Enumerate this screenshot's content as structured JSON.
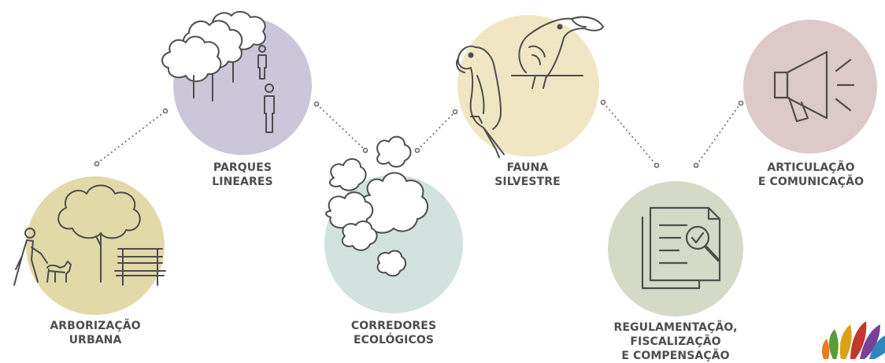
{
  "colors": {
    "arborizacao": "#e1d9a8",
    "parques": "#ccc6da",
    "corredores": "#d2e2de",
    "fauna": "#f0e6c4",
    "regulamentacao": "#d5dac7",
    "articulacao": "#ddc9c9",
    "stroke": "#4d4d4d",
    "dots": "#6a6a6a",
    "text": "#4d4d4d"
  },
  "icons": {
    "arborizacao": "person-walking-dog-tree-bench-icon",
    "parques": "trees-people-icon",
    "corredores": "cloud-trees-icon",
    "fauna": "parrot-toucan-icon",
    "regulamentacao": "document-search-icon",
    "articulacao": "megaphone-icon",
    "corner": "colorful-leaves-logo"
  },
  "nodes": [
    {
      "id": "arborizacao",
      "lines": [
        "ARBORIZAÇÃO",
        "URBANA"
      ]
    },
    {
      "id": "parques",
      "lines": [
        "PARQUES",
        "LINEARES"
      ]
    },
    {
      "id": "corredores",
      "lines": [
        "CORREDORES",
        "ECOLÓGICOS"
      ]
    },
    {
      "id": "fauna",
      "lines": [
        "FAUNA",
        "SILVESTRE"
      ]
    },
    {
      "id": "regulamentacao",
      "lines": [
        "REGULAMENTAÇÃO,",
        "FISCALIZAÇÃO",
        "E COMPENSAÇÃO"
      ]
    },
    {
      "id": "articulacao",
      "lines": [
        "ARTICULAÇÃO",
        "E COMUNICAÇÃO"
      ]
    }
  ]
}
